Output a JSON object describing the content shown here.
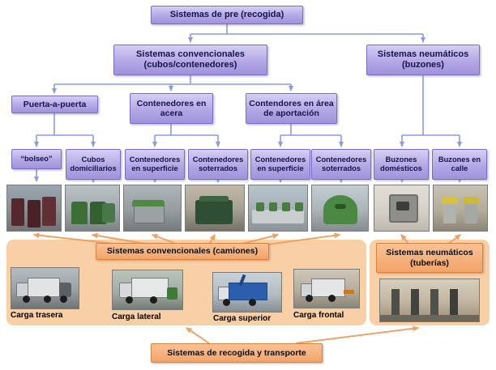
{
  "palette": {
    "node_fill": "#b4a7e5",
    "node_border": "#7b6ccc",
    "node_text": "#14144c",
    "blue_arrow": "#8a9ae4",
    "orange_panel": "#f9cfa6",
    "orange_fill": "#f2a468",
    "orange_border": "#d9823f",
    "orange_arrow": "#eda266"
  },
  "tree": {
    "root": "Sistemas de pre (recogida)",
    "level2": [
      {
        "label": "Sistemas convencionales (cubos/contenedores)"
      },
      {
        "label": "Sistemas neumáticos (buzones)"
      }
    ],
    "level3": [
      {
        "label": "Puerta-a-puerta"
      },
      {
        "label": "Contenedores en acera"
      },
      {
        "label": "Contendores en área de aportación"
      }
    ],
    "leaves": [
      {
        "label": "“bolseo”"
      },
      {
        "label": "Cubos domiciliarios"
      },
      {
        "label": "Contenedores en superficie"
      },
      {
        "label": "Contenedores soterrados"
      },
      {
        "label": "Contenedores en superficie"
      },
      {
        "label": "Contenedores soterrados"
      },
      {
        "label": "Buzones domésticos"
      },
      {
        "label": "Buzones en calle"
      }
    ]
  },
  "transport": {
    "conventional_header": "Sistemas convencionales (camiones)",
    "pneumatic_header": "Sistemas neumáticos (tuberías)",
    "truck_labels": [
      "Carga trasera",
      "Carga lateral",
      "Carga superior",
      "Carga frontal"
    ],
    "bottom": "Sistemas de recogida y transporte"
  }
}
